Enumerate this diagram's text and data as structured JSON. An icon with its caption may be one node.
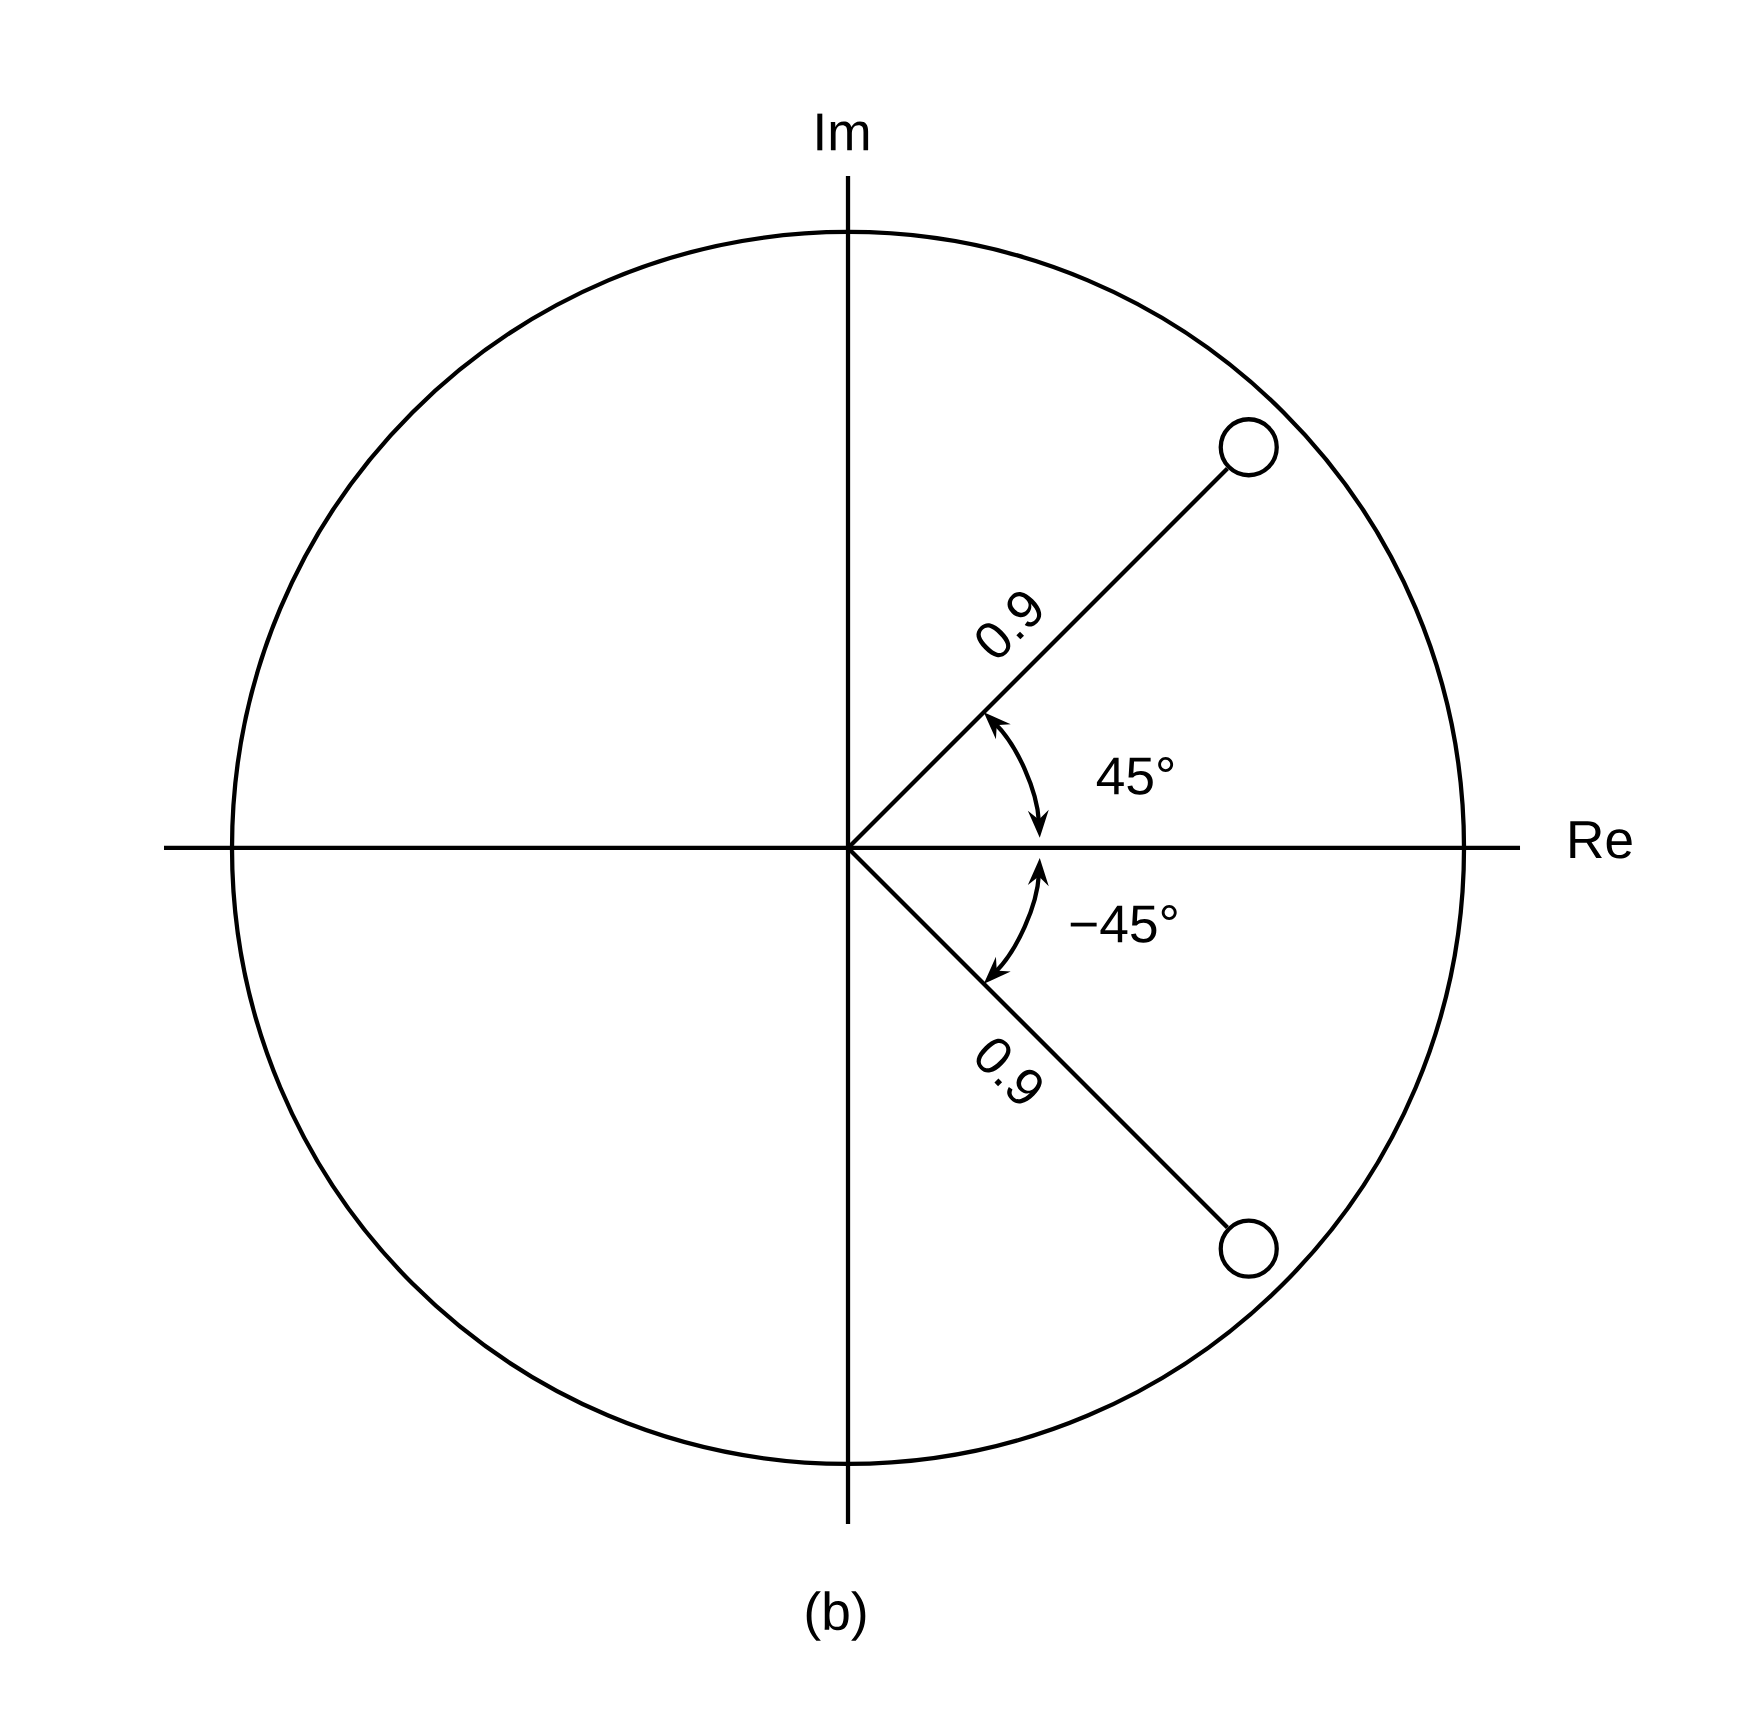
{
  "diagram": {
    "caption": "(b)",
    "nodes": [
      {
        "text": [],
        "shape": "circle"
      },
      {
        "text": [],
        "shape": "circle"
      }
    ],
    "edges": [
      {
        "from": null,
        "to": 0,
        "arrow": "none",
        "label": "0.9"
      },
      {
        "from": null,
        "to": 1,
        "arrow": "none",
        "label": "0.9"
      }
    ],
    "labels": [
      "Im",
      "Re",
      "45°",
      "−45°"
    ]
  }
}
